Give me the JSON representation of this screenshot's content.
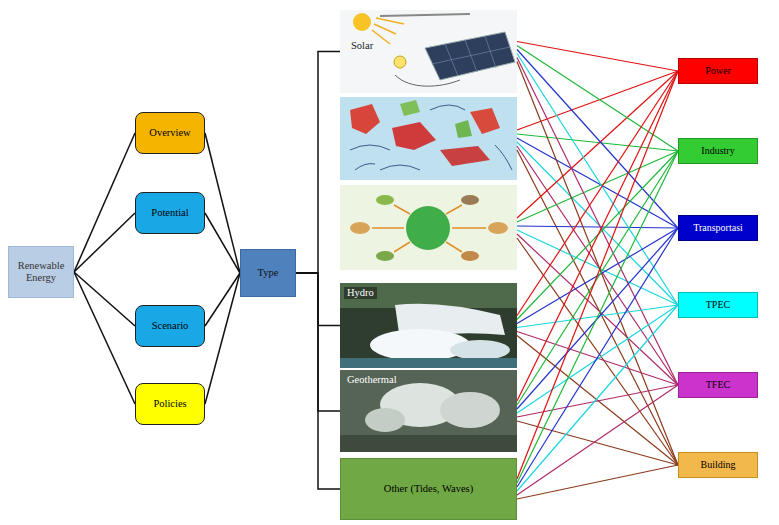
{
  "diagram": {
    "nodes": [
      {
        "text": [
          "Renewable Energy"
        ]
      },
      {
        "text": [
          "Overview"
        ]
      },
      {
        "text": [
          "Potential"
        ]
      },
      {
        "text": [
          "Scenario"
        ]
      },
      {
        "text": [
          "Policies"
        ]
      },
      {
        "text": [
          "Type"
        ]
      },
      {
        "text": [
          "Solar"
        ]
      },
      {
        "text": [
          "Hydro"
        ]
      },
      {
        "text": [
          "Geothermal"
        ]
      },
      {
        "text": [
          "Other (Tides, Waves)"
        ]
      },
      {
        "text": [
          "Power"
        ]
      },
      {
        "text": [
          "Industry"
        ]
      },
      {
        "text": [
          "Transportasi"
        ]
      },
      {
        "text": [
          "TPEC"
        ]
      },
      {
        "text": [
          "TFEC"
        ]
      },
      {
        "text": [
          "Building"
        ]
      }
    ],
    "edges": [
      {
        "from": 0,
        "to": 1,
        "arrow": "none"
      },
      {
        "from": 0,
        "to": 2,
        "arrow": "none"
      },
      {
        "from": 0,
        "to": 3,
        "arrow": "none"
      },
      {
        "from": 0,
        "to": 4,
        "arrow": "none"
      },
      {
        "from": 1,
        "to": 5,
        "arrow": "none"
      },
      {
        "from": 2,
        "to": 5,
        "arrow": "none"
      },
      {
        "from": 3,
        "to": 5,
        "arrow": "none"
      },
      {
        "from": 4,
        "to": 5,
        "arrow": "none"
      },
      {
        "from": 5,
        "to": 6,
        "arrow": "none"
      },
      {
        "from": 5,
        "to": 7,
        "arrow": "none"
      },
      {
        "from": 5,
        "to": 8,
        "arrow": "none"
      },
      {
        "from": 5,
        "to": 9,
        "arrow": "none"
      },
      {
        "from": 6,
        "to": 10,
        "arrow": "none"
      },
      {
        "from": 6,
        "to": 11,
        "arrow": "none"
      },
      {
        "from": 6,
        "to": 12,
        "arrow": "none"
      },
      {
        "from": 6,
        "to": 13,
        "arrow": "none"
      },
      {
        "from": 6,
        "to": 14,
        "arrow": "none"
      },
      {
        "from": 6,
        "to": 15,
        "arrow": "none"
      },
      {
        "from": 7,
        "to": 10,
        "arrow": "none"
      },
      {
        "from": 7,
        "to": 11,
        "arrow": "none"
      },
      {
        "from": 7,
        "to": 12,
        "arrow": "none"
      },
      {
        "from": 7,
        "to": 13,
        "arrow": "none"
      },
      {
        "from": 7,
        "to": 14,
        "arrow": "none"
      },
      {
        "from": 7,
        "to": 15,
        "arrow": "none"
      },
      {
        "from": 8,
        "to": 10,
        "arrow": "none"
      },
      {
        "from": 8,
        "to": 11,
        "arrow": "none"
      },
      {
        "from": 8,
        "to": 12,
        "arrow": "none"
      },
      {
        "from": 8,
        "to": 13,
        "arrow": "none"
      },
      {
        "from": 8,
        "to": 14,
        "arrow": "none"
      },
      {
        "from": 8,
        "to": 15,
        "arrow": "none"
      },
      {
        "from": 9,
        "to": 10,
        "arrow": "none"
      },
      {
        "from": 9,
        "to": 11,
        "arrow": "none"
      },
      {
        "from": 9,
        "to": 12,
        "arrow": "none"
      },
      {
        "from": 9,
        "to": 13,
        "arrow": "none"
      },
      {
        "from": 9,
        "to": 14,
        "arrow": "none"
      },
      {
        "from": 9,
        "to": 15,
        "arrow": "none"
      }
    ]
  }
}
